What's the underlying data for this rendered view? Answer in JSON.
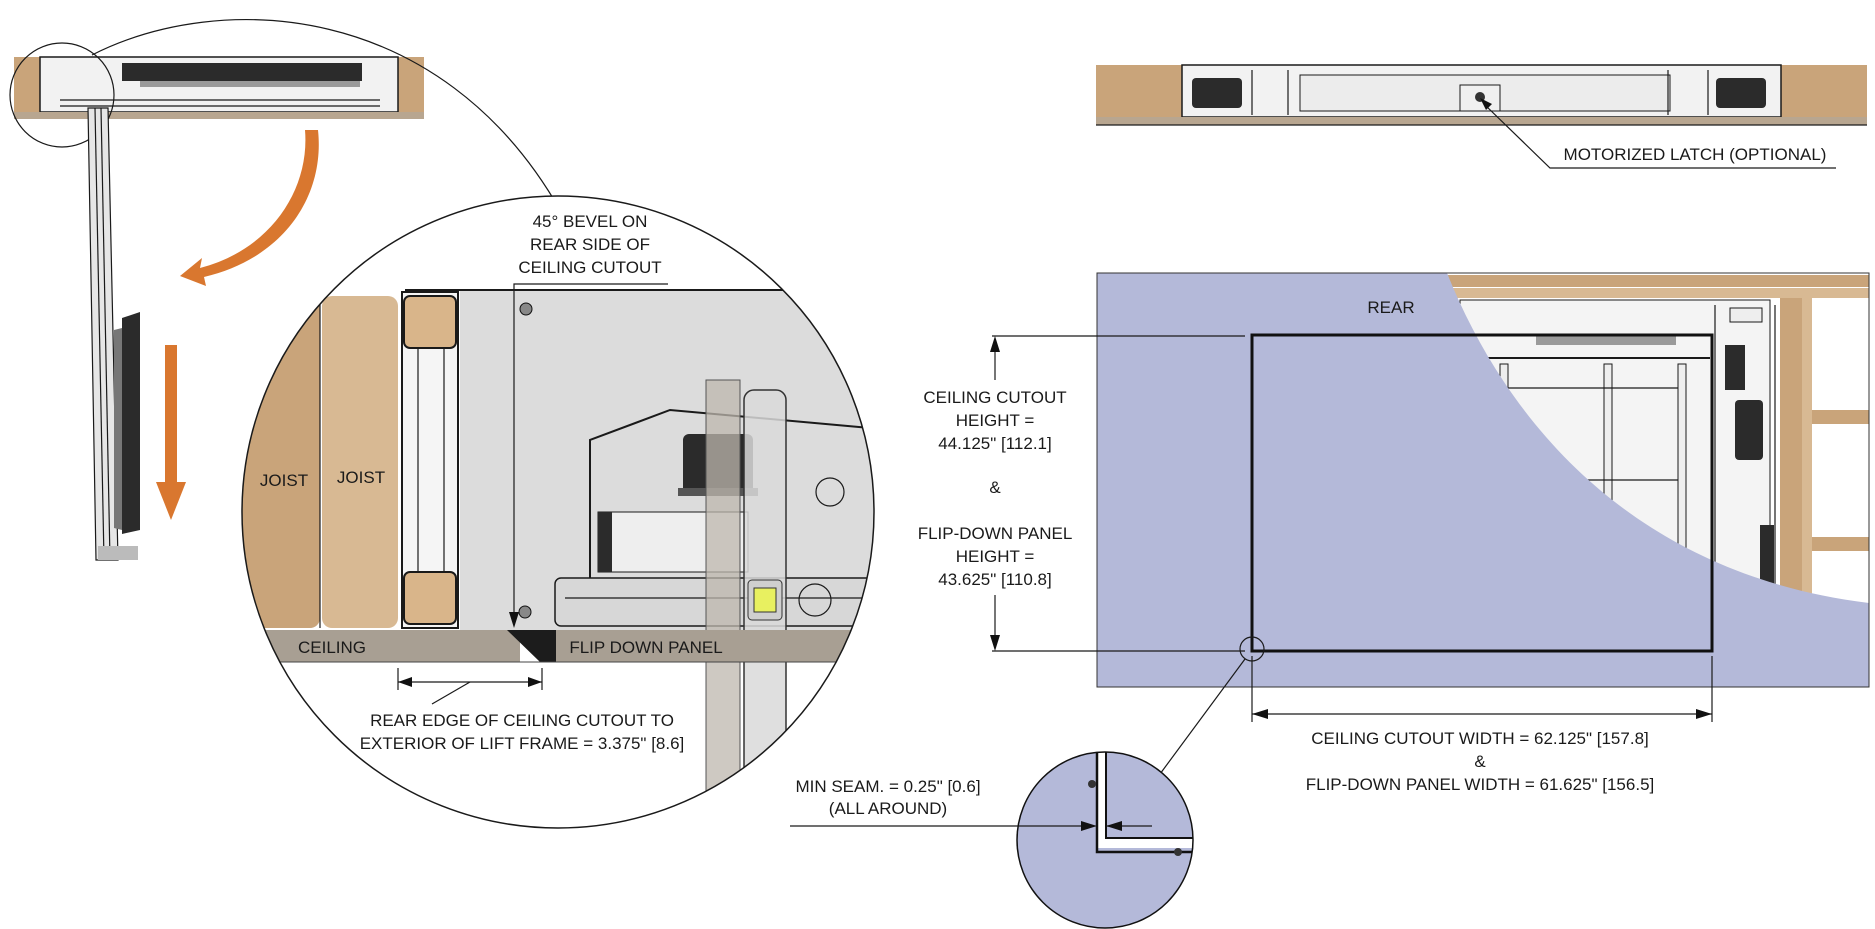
{
  "labels": {
    "bevel_line1": "45° BEVEL ON",
    "bevel_line2": "REAR SIDE OF",
    "bevel_line3": "CEILING CUTOUT",
    "joist_1": "JOIST",
    "joist_2": "JOIST",
    "ceiling": "CEILING",
    "flip_down_panel": "FLIP DOWN PANEL",
    "rear_edge_line1": "REAR EDGE OF CEILING CUTOUT TO",
    "rear_edge_line2": "EXTERIOR OF LIFT FRAME = 3.375\" [8.6]",
    "motorized_latch": "MOTORIZED LATCH (OPTIONAL)",
    "rear": "REAR",
    "height_line1": "CEILING CUTOUT",
    "height_line2": "HEIGHT =",
    "height_line3": "44.125\" [112.1]",
    "height_amp": "&",
    "height_line4": "FLIP-DOWN PANEL",
    "height_line5": "HEIGHT =",
    "height_line6": "43.625\" [110.8]",
    "width_line1": "CEILING CUTOUT WIDTH = 62.125\" [157.8]",
    "width_amp": "&",
    "width_line2": "FLIP-DOWN PANEL WIDTH = 61.625\" [156.5]",
    "seam_line1": "MIN SEAM. = 0.25\" [0.6]",
    "seam_line2": "(ALL AROUND)"
  },
  "colors": {
    "wood": "#c9a47a",
    "panel": "#b4b9d9",
    "arrow": "#d9772f",
    "ceiling": "#a89f93"
  }
}
